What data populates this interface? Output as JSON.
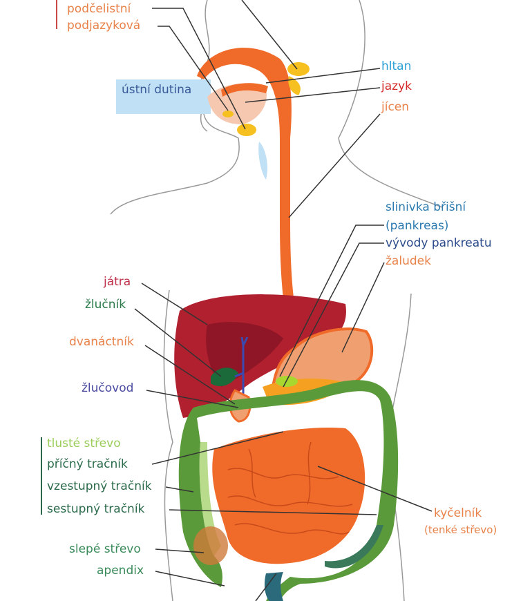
{
  "title": "Trávicí soustava",
  "colors": {
    "orange": "#e8824a",
    "red": "#d42a2a",
    "liver": "#b0202e",
    "green": "#5a9a3a",
    "dark_green": "#2a6a4a",
    "light_green": "#9acd5a",
    "blue": "#2a9fd6",
    "navy": "#3a4a9a",
    "mouth_box": "#bfe0f5"
  },
  "labels": {
    "salivary_submandibular": "podčelistní",
    "salivary_sublingual": "podjazyková",
    "oral_cavity": "ústní dutina",
    "pharynx": "hltan",
    "tongue": "jazyk",
    "esophagus": "jícen",
    "pancreas": "slinivka břišní",
    "pancreas_alt": "(pankreas)",
    "pancreatic_ducts": "vývody pankreatu",
    "stomach": "žaludek",
    "liver": "játra",
    "gallbladder": "žlučník",
    "duodenum": "dvanáctník",
    "bile_duct": "žlučovod",
    "large_intestine": "tlusté střevo",
    "transverse_colon": "příčný tračník",
    "ascending_colon": "vzestupný tračník",
    "descending_colon": "sestupný tračník",
    "cecum": "slepé střevo",
    "appendix": "apendix",
    "ileum": "kyčelník",
    "ileum_alt": "(tenké střevo)"
  }
}
